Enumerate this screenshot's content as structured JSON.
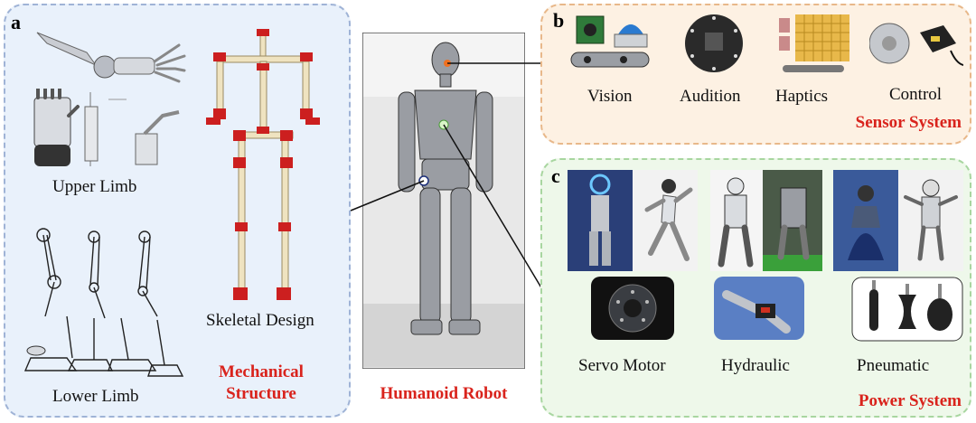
{
  "panel_a": {
    "letter": "a",
    "upper_limb_label": "Upper Limb",
    "lower_limb_label": "Lower Limb",
    "skeletal_label": "Skeletal Design",
    "title_line1": "Mechanical",
    "title_line2": "Structure"
  },
  "center": {
    "title": "Humanoid Robot"
  },
  "panel_b": {
    "letter": "b",
    "items": [
      {
        "label": "Vision"
      },
      {
        "label": "Audition"
      },
      {
        "label": "Haptics"
      },
      {
        "label": "Control"
      }
    ],
    "title": "Sensor System"
  },
  "panel_c": {
    "letter": "c",
    "items": [
      {
        "label": "Servo Motor"
      },
      {
        "label": "Hydraulic"
      },
      {
        "label": "Pneumatic"
      }
    ],
    "title": "Power System"
  },
  "colors": {
    "panel_a_bg": "#e9f1fb",
    "panel_b_bg": "#fdf1e3",
    "panel_c_bg": "#eef8ea",
    "title_red": "#d9231c",
    "joint_red": "#cc1f1f"
  }
}
